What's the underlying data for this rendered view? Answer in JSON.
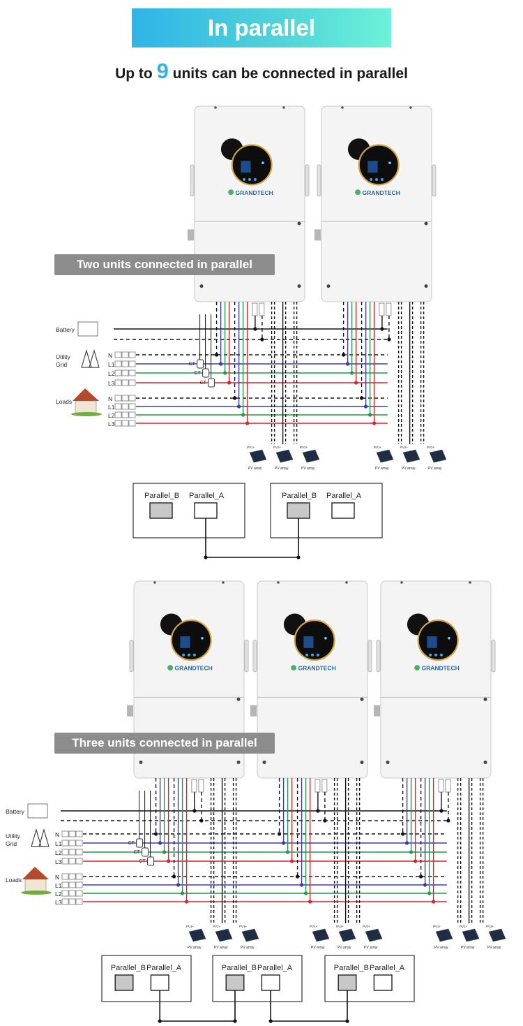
{
  "header": {
    "title": "In parallel",
    "subtitle_before": "Up to",
    "subtitle_number": "9",
    "subtitle_after": "units can be connected in parallel"
  },
  "inverter": {
    "brand": "GRANDTECH"
  },
  "labels": {
    "battery": "Battery",
    "utility_line1": "Utility",
    "utility_line2": "Grid",
    "loads": "Loads",
    "n": "N",
    "l1": "L1",
    "l2": "L2",
    "l3": "L3",
    "ct": "CT",
    "pv_array": "PV array",
    "pv_ports": [
      "PV1+",
      "PV2+",
      "PV3+"
    ]
  },
  "ports": {
    "b": "Parallel_B",
    "a": "Parallel_A"
  },
  "two_units": {
    "caption": "Two units connected in parallel",
    "count": 2
  },
  "three_units": {
    "caption": "Three units connected in parallel",
    "count": 3
  },
  "colors": {
    "banner_start": "#2fb4e8",
    "banner_end": "#6cf2d9",
    "number_accent": "#36b3e6",
    "caption_bg": "#8c8c8c",
    "l1": "#3b3aa6",
    "l2": "#1f9a4a",
    "l3": "#d6242b",
    "neutral": "#111111",
    "bezel": "#d6a23e"
  }
}
